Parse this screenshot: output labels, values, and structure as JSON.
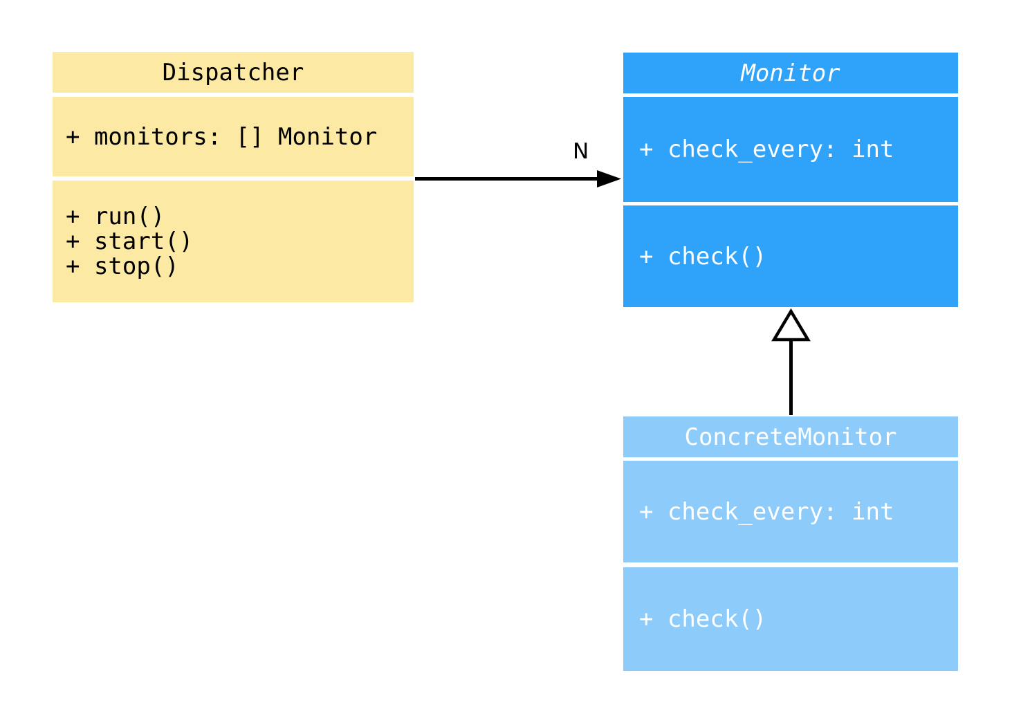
{
  "diagram": {
    "background": "#ffffff",
    "classes": [
      {
        "name": "Dispatcher",
        "title_italic": false,
        "fill": "#FCE9A4",
        "text_color": "#000000",
        "attributes": [
          "+ monitors: [] Monitor"
        ],
        "methods": [
          "+ run()",
          "+ start()",
          "+ stop()"
        ]
      },
      {
        "name": "Monitor",
        "title_italic": true,
        "fill": "#2FA2FA",
        "text_color": "#ffffff",
        "attributes": [
          "+ check_every: int"
        ],
        "methods": [
          "+ check()"
        ]
      },
      {
        "name": "ConcreteMonitor",
        "title_italic": false,
        "fill": "#8DCCFA",
        "text_color": "#ffffff",
        "attributes": [
          "+ check_every: int"
        ],
        "methods": [
          "+ check()"
        ]
      }
    ],
    "edges": [
      {
        "type": "association",
        "from": "Dispatcher",
        "to": "Monitor",
        "label": "N",
        "color": "#000000"
      },
      {
        "type": "inheritance",
        "from": "ConcreteMonitor",
        "to": "Monitor",
        "color": "#000000"
      }
    ]
  }
}
